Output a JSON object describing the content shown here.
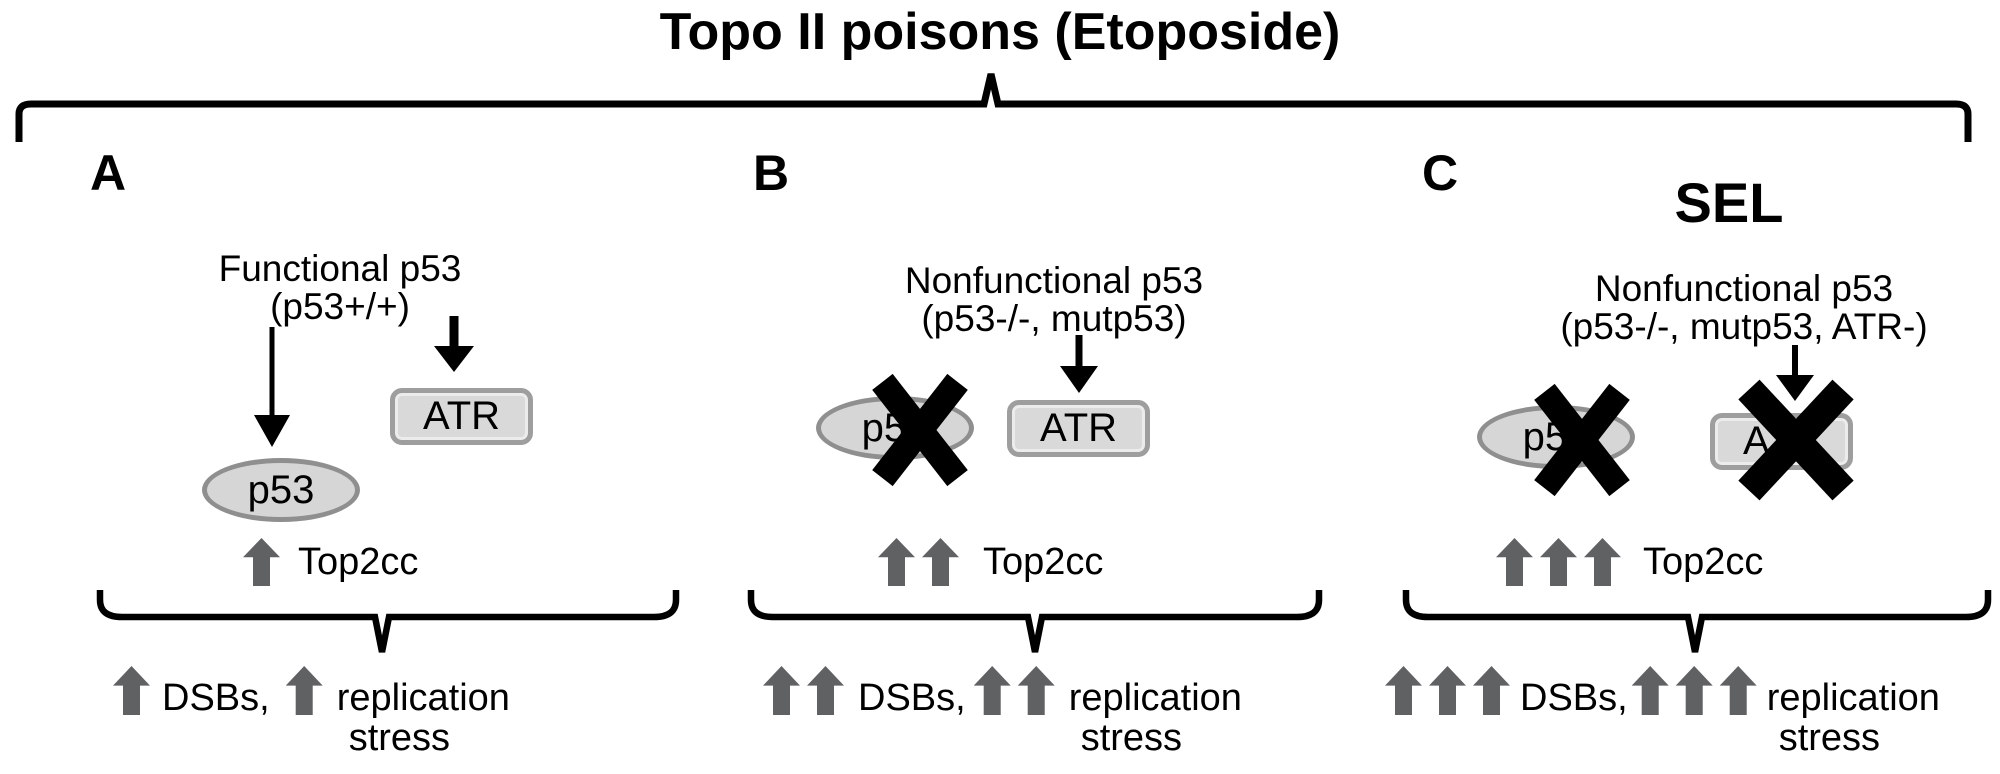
{
  "title": "Topo II poisons (Etoposide)",
  "colors": {
    "background": "#ffffff",
    "text": "#000000",
    "shape_fill": "#d6d6d6",
    "shape_border": "#8f8f8f",
    "box_fill": "#d9d9d9",
    "box_border": "#9e9e9e",
    "up_arrow": "#5f6163",
    "cross_mark": "#000000",
    "black_arrow": "#000000"
  },
  "panels": [
    {
      "label": "A",
      "subtitle": "",
      "condition_line1": "Functional p53",
      "condition_line2": "(p53+/+)",
      "p53_label": "p53",
      "atr_label": "ATR",
      "p53_crossed_out": false,
      "atr_crossed_out": false,
      "top2cc_label": "Top2cc",
      "top2cc_arrow_count": 1,
      "dsb_label": "DSBs,",
      "dsb_arrow_count": 1,
      "replication_arrow_count": 1,
      "replication_line1": "replication",
      "replication_line2": "stress"
    },
    {
      "label": "B",
      "subtitle": "",
      "condition_line1": "Nonfunctional p53",
      "condition_line2": "(p53-/-, mutp53)",
      "p53_label": "p53",
      "atr_label": "ATR",
      "p53_crossed_out": true,
      "atr_crossed_out": false,
      "top2cc_label": "Top2cc",
      "top2cc_arrow_count": 2,
      "dsb_label": "DSBs,",
      "dsb_arrow_count": 2,
      "replication_arrow_count": 2,
      "replication_line1": "replication",
      "replication_line2": "stress"
    },
    {
      "label": "C",
      "subtitle": "SEL",
      "condition_line1": "Nonfunctional p53",
      "condition_line2": "(p53-/-, mutp53, ATR-)",
      "p53_label": "p53",
      "atr_label": "ATR",
      "p53_crossed_out": true,
      "atr_crossed_out": true,
      "top2cc_label": "Top2cc",
      "top2cc_arrow_count": 3,
      "dsb_label": "DSBs,",
      "dsb_arrow_count": 3,
      "replication_arrow_count": 3,
      "replication_line1": "replication",
      "replication_line2": "stress"
    }
  ]
}
